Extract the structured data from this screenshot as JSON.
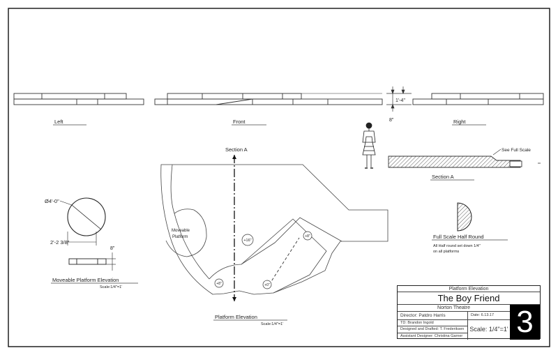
{
  "views": {
    "left_label": "Left",
    "front_label": "Front",
    "right_label": "Right",
    "height_dim": "1'-4\"",
    "step_dim": "8\""
  },
  "section": {
    "section_a_top": "Section A",
    "section_a_label": "Section A",
    "see_full_scale": "See Full Scale"
  },
  "moveable": {
    "diameter_dim": "Ø4'-0\"",
    "width_dim": "2'-2 3/8\"",
    "height_dim": "8\"",
    "title": "Moveable Platform Elevation",
    "scale": "Scale:1/4\"=1'"
  },
  "plan": {
    "moveable_platform_line1": "Moveable",
    "moveable_platform_line2": "Platform",
    "elev_16": "+16\"",
    "elev_8a": "+8\"",
    "elev_8b": "+8\"",
    "elev_0": "+0\"",
    "title": "Platform Elevation",
    "scale": "Scale:1/4\"=1'"
  },
  "half_round": {
    "title": "Full Scale Half Round",
    "note_line1": "All Half round set down 1/4\"",
    "note_line2": "on all platforms"
  },
  "title_block": {
    "header": "Platform Elevation",
    "show": "The Boy Friend",
    "venue": "Norton Theatre",
    "director": "Director: Patdro Harris",
    "date": "Date: 6.13.17",
    "td": "TD: Brandon Ingold",
    "designer": "Designed and Drafted: T. Frederiksen",
    "assistant": "Assistant Designer: Christina Garner",
    "scale": "Scale: 1/4\"=1'",
    "sheet": "3"
  }
}
